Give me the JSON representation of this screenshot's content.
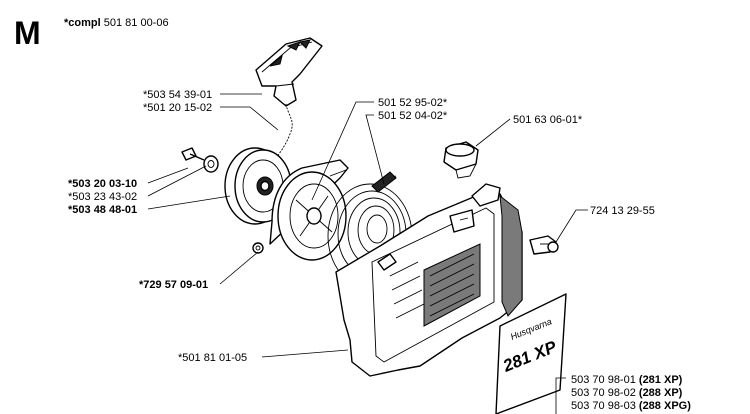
{
  "section": {
    "letter": "M"
  },
  "header": {
    "marker": "*",
    "label_bold": "compl",
    "number": "501 81 00-06"
  },
  "callouts": [
    {
      "id": "c1",
      "number": "*503 54 39-01",
      "bold": false
    },
    {
      "id": "c2",
      "number": "*501 20 15-02",
      "bold": false
    },
    {
      "id": "c3",
      "number": "501 52 95-02*",
      "bold": false
    },
    {
      "id": "c4",
      "number": "501 52 04-02*",
      "bold": false
    },
    {
      "id": "c5",
      "number": "501 63 06-01*",
      "bold": false
    },
    {
      "id": "c6",
      "number": "*503 20 03-10",
      "bold": true
    },
    {
      "id": "c7",
      "number": "*503 23 43-02",
      "bold": false
    },
    {
      "id": "c8",
      "number": "*503 48 48-01",
      "bold": true
    },
    {
      "id": "c9",
      "number": "724 13 29-55",
      "bold": false
    },
    {
      "id": "c10",
      "number": "*729 57 09-01",
      "bold": true
    },
    {
      "id": "c11",
      "number": "*501 81 01-05",
      "bold": false
    }
  ],
  "variants": [
    {
      "number": "503 70 98-01",
      "model": "(281 XP)"
    },
    {
      "number": "503 70 98-02",
      "model": "(288 XP)"
    },
    {
      "number": "503 70 98-03",
      "model": "(288 XPG)"
    }
  ],
  "cover_decal": {
    "brand": "Husqvarna",
    "model": "281 XP"
  }
}
